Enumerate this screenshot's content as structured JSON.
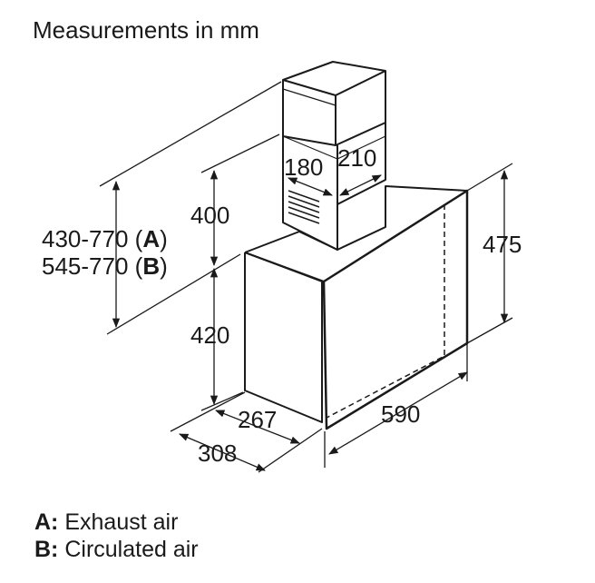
{
  "title": "Measurements in mm",
  "dimensions": {
    "width": "590",
    "depth_outer": "308",
    "depth_inner": "267",
    "lower_height": "420",
    "chimney_height": "400",
    "front_height": "475",
    "chimney_width": "180",
    "chimney_depth": "210",
    "total_height_a": "430-770 (",
    "total_height_a_key": "A",
    "total_height_a_close": ")",
    "total_height_b": "545-770 (",
    "total_height_b_key": "B",
    "total_height_b_close": ")"
  },
  "legend": [
    {
      "key": "A:",
      "label": " Exhaust air"
    },
    {
      "key": "B:",
      "label": " Circulated air"
    }
  ],
  "colors": {
    "line": "#1a1a1a",
    "background": "#ffffff"
  }
}
